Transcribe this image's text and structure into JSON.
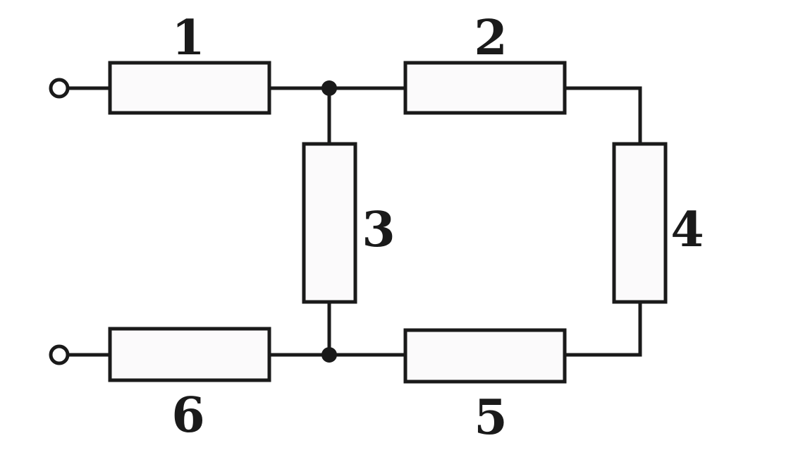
{
  "resistors": [
    {
      "label": "1"
    },
    {
      "label": "2"
    },
    {
      "label": "3"
    },
    {
      "label": "4"
    },
    {
      "label": "5"
    },
    {
      "label": "6"
    }
  ],
  "colors": {
    "line": "#1a1a1a",
    "resistor_fill": "#fbfafb",
    "background": "#ffffff"
  }
}
